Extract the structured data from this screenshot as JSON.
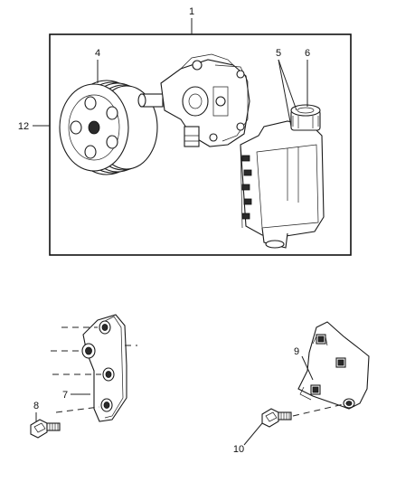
{
  "callouts": {
    "c1": "1",
    "c4": "4",
    "c5": "5",
    "c6": "6",
    "c7": "7",
    "c8": "8",
    "c9": "9",
    "c10": "10",
    "c12": "12"
  }
}
